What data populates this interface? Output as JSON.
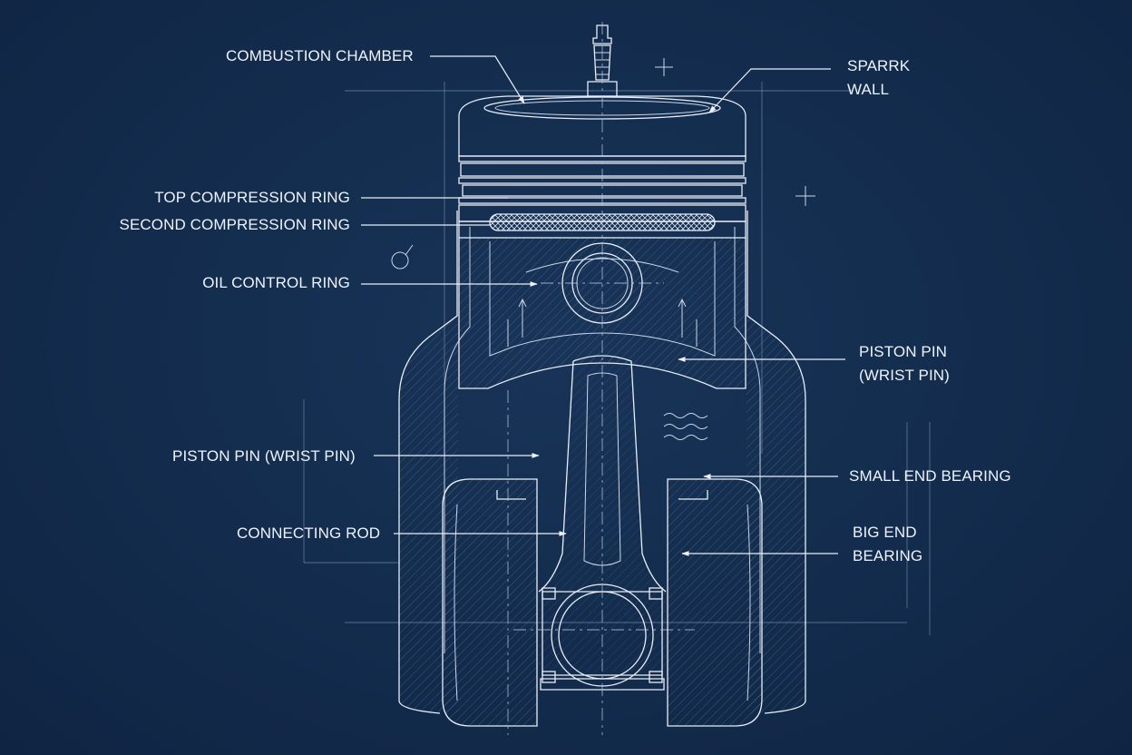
{
  "labels": {
    "combustion_chamber": "COMBUSTION CHAMBER",
    "sparrk_line1": "SPARRK",
    "sparrk_line2": "WALL",
    "top_compression_ring": "TOP COMPRESSION RING",
    "second_compression_ring": "SECOND COMPRESSION RING",
    "oil_control_ring": "OIL CONTROL RING",
    "piston_pin_right_line1": "PISTON PIN",
    "piston_pin_right_line2": "(WRIST PIN)",
    "piston_pin_left": "PISTON PIN (WRIST PIN)",
    "small_end_bearing": "SMALL END BEARING",
    "connecting_rod": "CONNECTING ROD",
    "big_end_bearing_line1": "BIG END",
    "big_end_bearing_line2": "BEARING"
  },
  "colors": {
    "background": "#132c4d",
    "linework": "#e9eef7",
    "text": "#eef3fb"
  }
}
